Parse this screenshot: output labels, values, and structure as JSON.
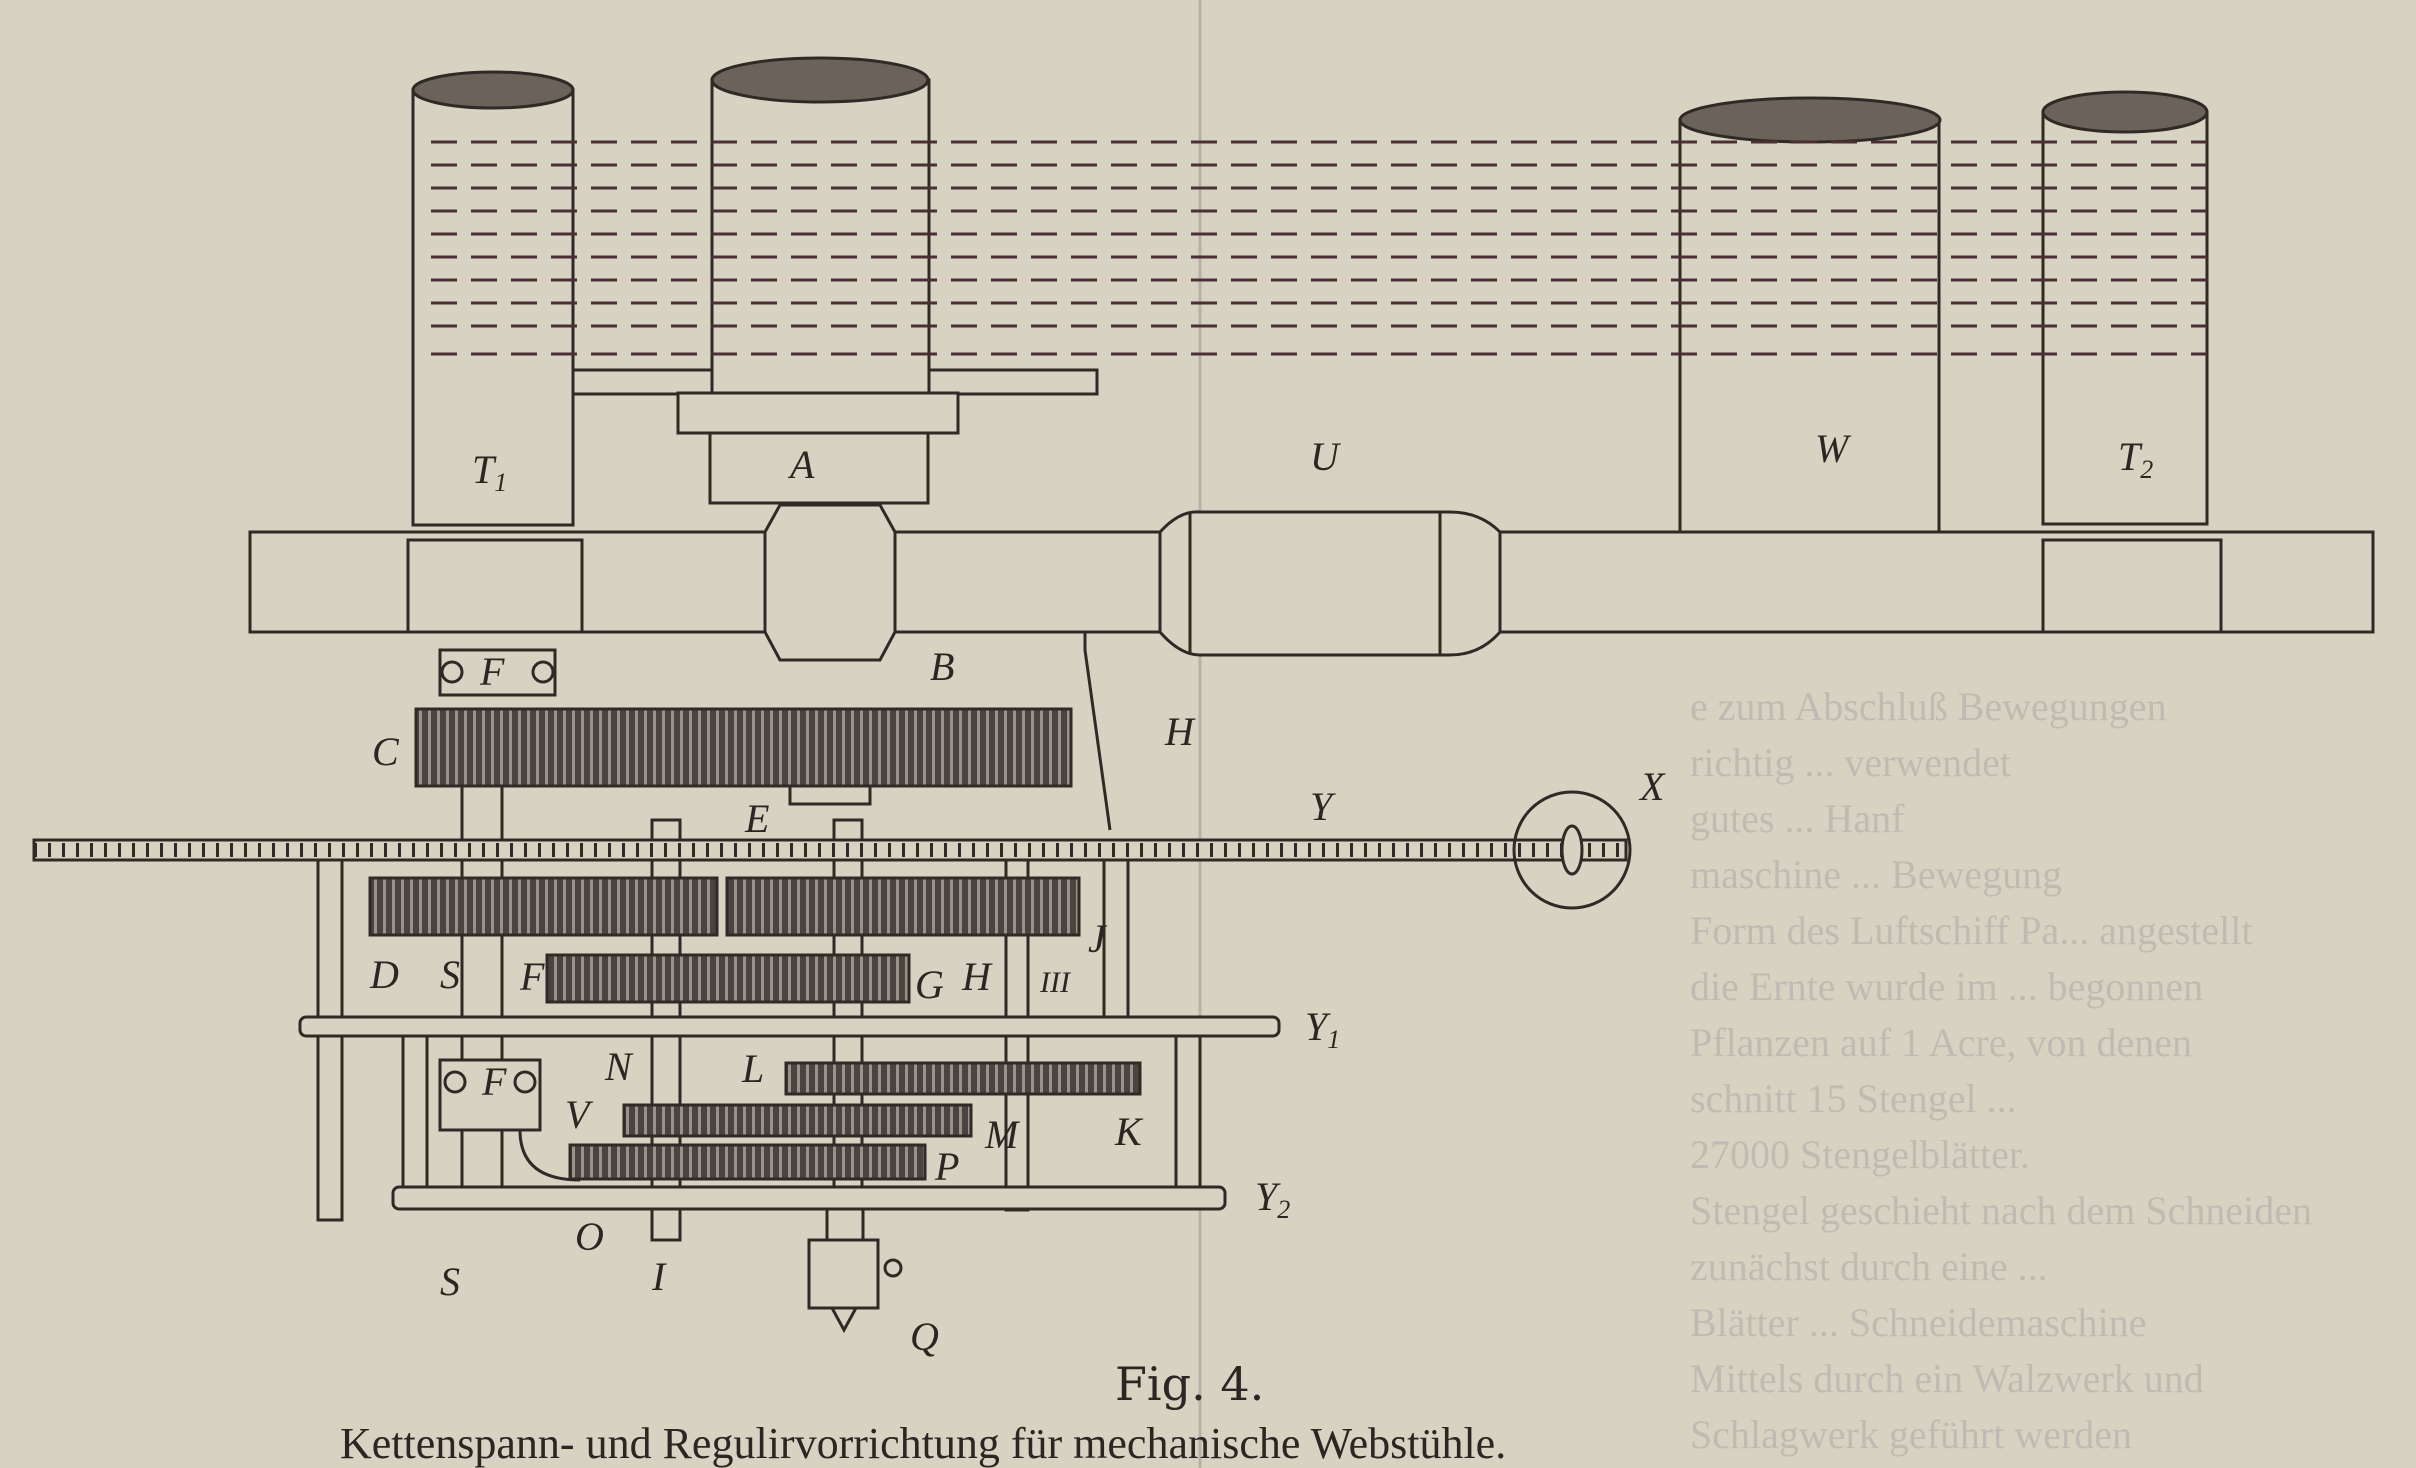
{
  "figure": {
    "caption": "Fig. 4.",
    "subtitle": "Kettenspann- und Regulirvorrichtung für mechanische Webstühle.",
    "labels": {
      "T1": "T",
      "T1_sub": "1",
      "A": "A",
      "U": "U",
      "W": "W",
      "T2": "T",
      "T2_sub": "2",
      "F_top": "F",
      "B": "B",
      "C": "C",
      "H_rod": "H",
      "Y": "Y",
      "X": "X",
      "E": "E",
      "D": "D",
      "S_mid": "S",
      "F": "F",
      "G": "G",
      "H": "H",
      "III": "III",
      "J": "J",
      "Y1": "Y",
      "Y1_sub": "1",
      "N": "N",
      "L": "L",
      "F_low": "F",
      "V": "V",
      "M": "M",
      "K": "K",
      "P": "P",
      "O": "O",
      "I": "I",
      "S_low": "S",
      "Y2": "Y",
      "Y2_sub": "2",
      "Q": "Q"
    }
  },
  "show_through_text": [
    "e zum Abschluß Bewegungen",
    "richtig ... verwendet",
    "gutes ... Hanf",
    "maschine ... Bewegung",
    "Form des Luftschiff Pa... angestellt",
    "die Ernte wurde im ... begonnen",
    "Pflanzen auf 1 Acre, von denen",
    "schnitt 15 Stengel ...",
    "27000 Stengelblätter.",
    "Stengel geschieht nach dem Schneiden",
    "zunächst durch eine ...",
    "Blätter ... Schneidemaschine",
    "Mittels durch ein Walzwerk und",
    "Schlagwerk geführt werden"
  ]
}
